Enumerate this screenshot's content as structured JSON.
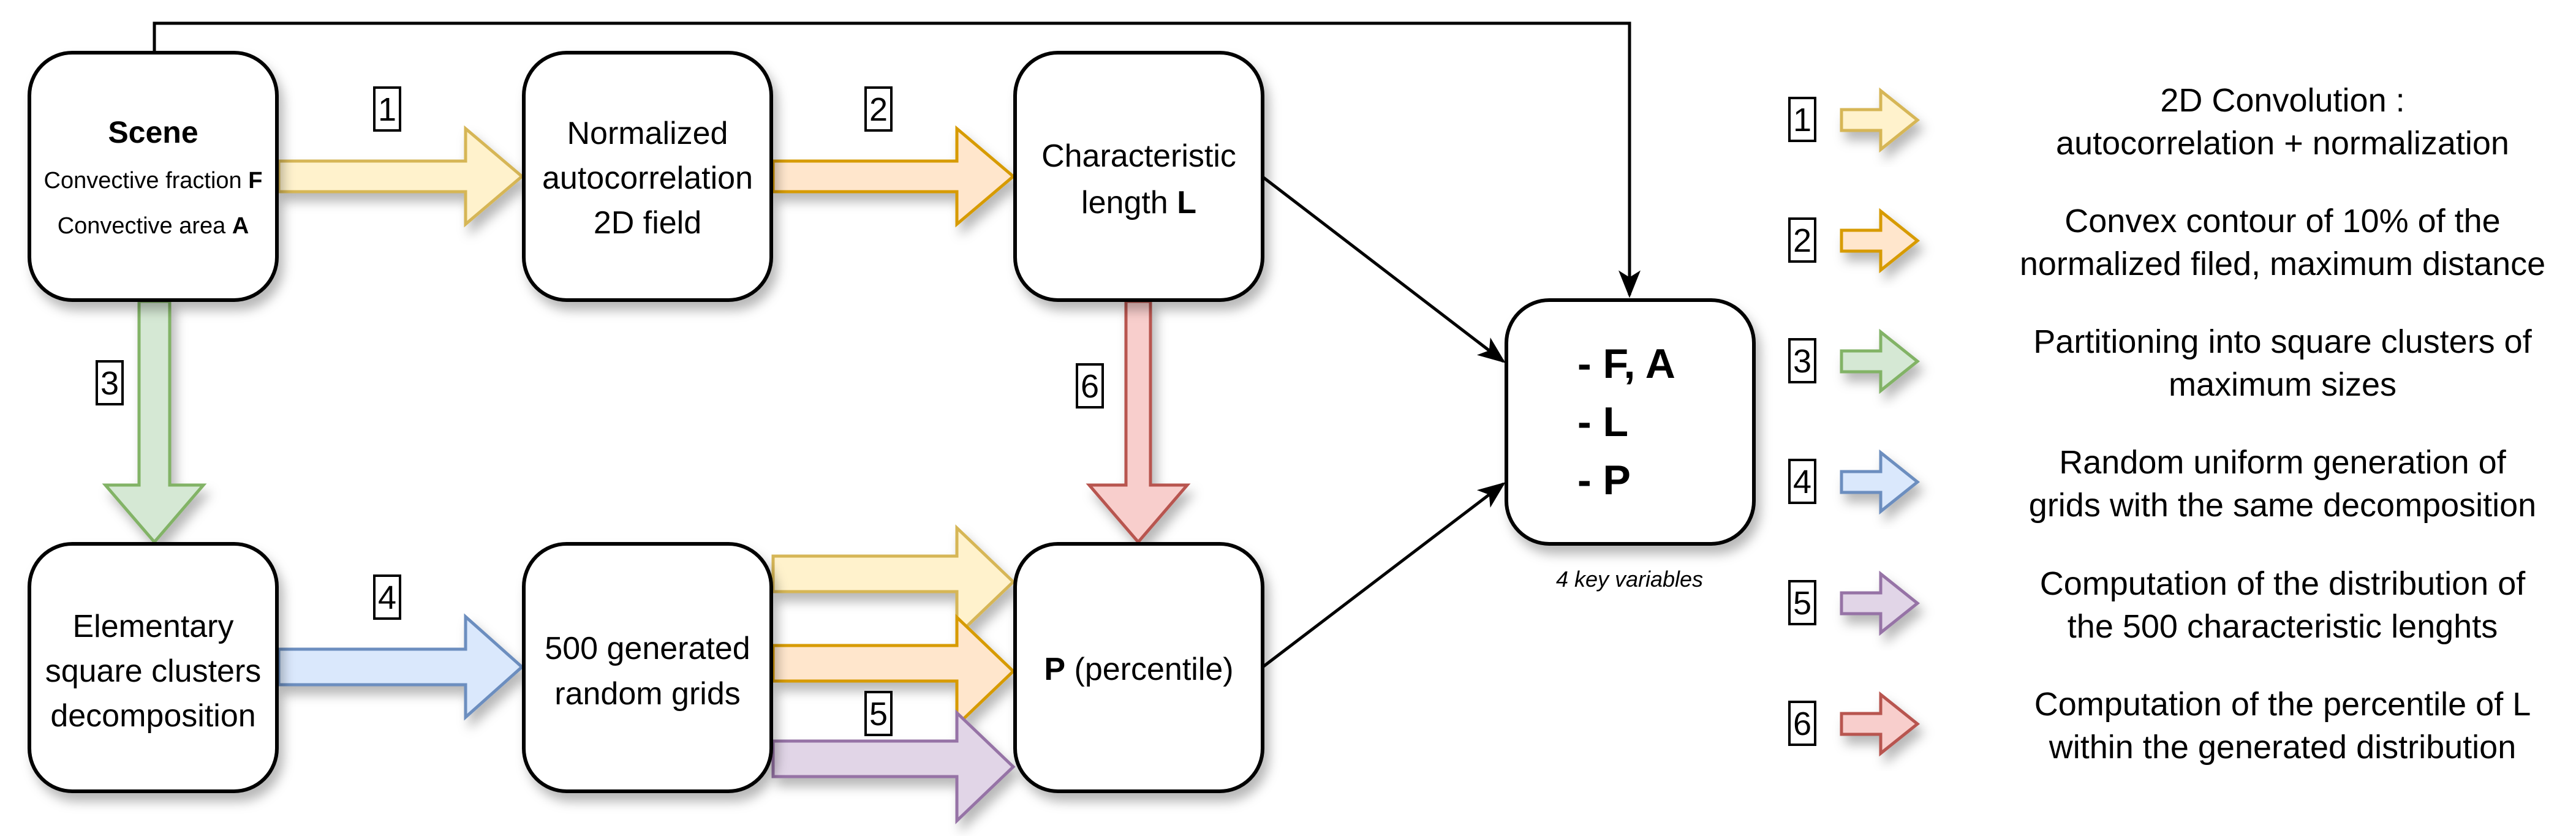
{
  "nodes": {
    "scene": {
      "title": "Scene",
      "line1_text": "Convective fraction ",
      "line1_var": "F",
      "line2_text": "Convective area ",
      "line2_var": "A"
    },
    "normalized": {
      "lines": [
        "Normalized",
        "autocorrelation",
        "2D field"
      ]
    },
    "characteristic": {
      "line1": "Characteristic",
      "line2_text": "length ",
      "line2_var": "L"
    },
    "elementary": {
      "lines": [
        "Elementary",
        "square clusters",
        "decomposition"
      ]
    },
    "grids": {
      "lines": [
        "500 generated",
        "random grids"
      ]
    },
    "percentile": {
      "var": "P",
      "text": " (percentile)"
    },
    "key_variables": {
      "items": [
        "- F, A",
        "- L",
        "- P"
      ],
      "caption": "4 key variables"
    }
  },
  "step_labels": [
    "1",
    "2",
    "3",
    "4",
    "5",
    "6"
  ],
  "colors": {
    "step1": {
      "fill": "#fff2cc",
      "stroke": "#d6b656"
    },
    "step2": {
      "fill": "#ffe6cc",
      "stroke": "#d79b00"
    },
    "step3": {
      "fill": "#d5e8d4",
      "stroke": "#82b366"
    },
    "step4": {
      "fill": "#dae8fc",
      "stroke": "#6c8ebf"
    },
    "step5": {
      "fill": "#e1d5e7",
      "stroke": "#9673a6"
    },
    "step6": {
      "fill": "#f8cecc",
      "stroke": "#b85450"
    }
  },
  "legend": [
    {
      "num": "1",
      "lines": [
        "2D Convolution :",
        "autocorrelation + normalization"
      ]
    },
    {
      "num": "2",
      "lines": [
        "Convex contour of 10% of the",
        "normalized filed, maximum distance"
      ]
    },
    {
      "num": "3",
      "lines": [
        "Partitioning into square clusters of",
        "maximum sizes"
      ]
    },
    {
      "num": "4",
      "lines": [
        "Random uniform generation of",
        "grids with the same decomposition"
      ]
    },
    {
      "num": "5",
      "lines": [
        "Computation of the distribution of",
        "the 500 characteristic lenghts"
      ]
    },
    {
      "num": "6",
      "lines": [
        "Computation of the percentile of L",
        "within the generated distribution"
      ]
    }
  ]
}
